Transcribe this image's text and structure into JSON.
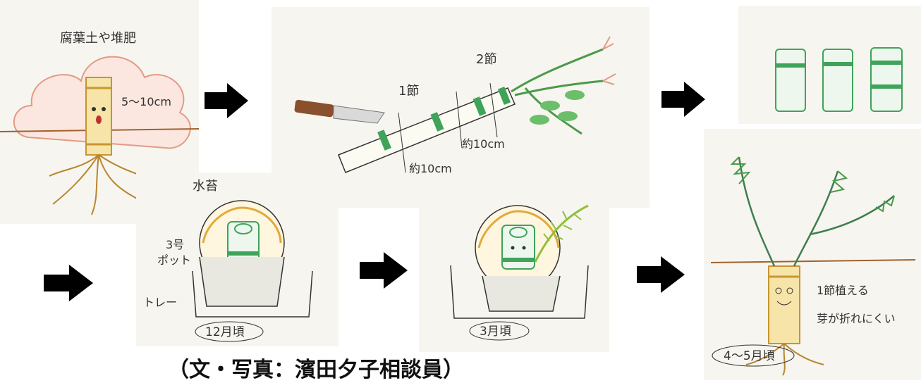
{
  "labels": {
    "compost": "腐葉土や堆肥",
    "depth": "5～10cm",
    "node1": "1節",
    "node2": "2節",
    "len1": "約10cm",
    "len2": "約10cm",
    "moss": "水苔",
    "pot": "3号",
    "pot2": "ポット",
    "tray": "トレー",
    "dec": "12月頃",
    "mar": "3月頃",
    "plant_note1": "1節植える",
    "plant_note2": "芽が折れにくい",
    "aprmay": "4～5月頃"
  },
  "caption": "（文・写真：濱田夕子相談員）",
  "colors": {
    "paper": "#f7f5ef",
    "bamboo_green": "#3fa35a",
    "bamboo_yellow": "#e2b54a",
    "cloud": "#e39a86",
    "arrow": "#000000"
  },
  "icons": [
    "arrow-right-icon",
    "knife-icon"
  ]
}
